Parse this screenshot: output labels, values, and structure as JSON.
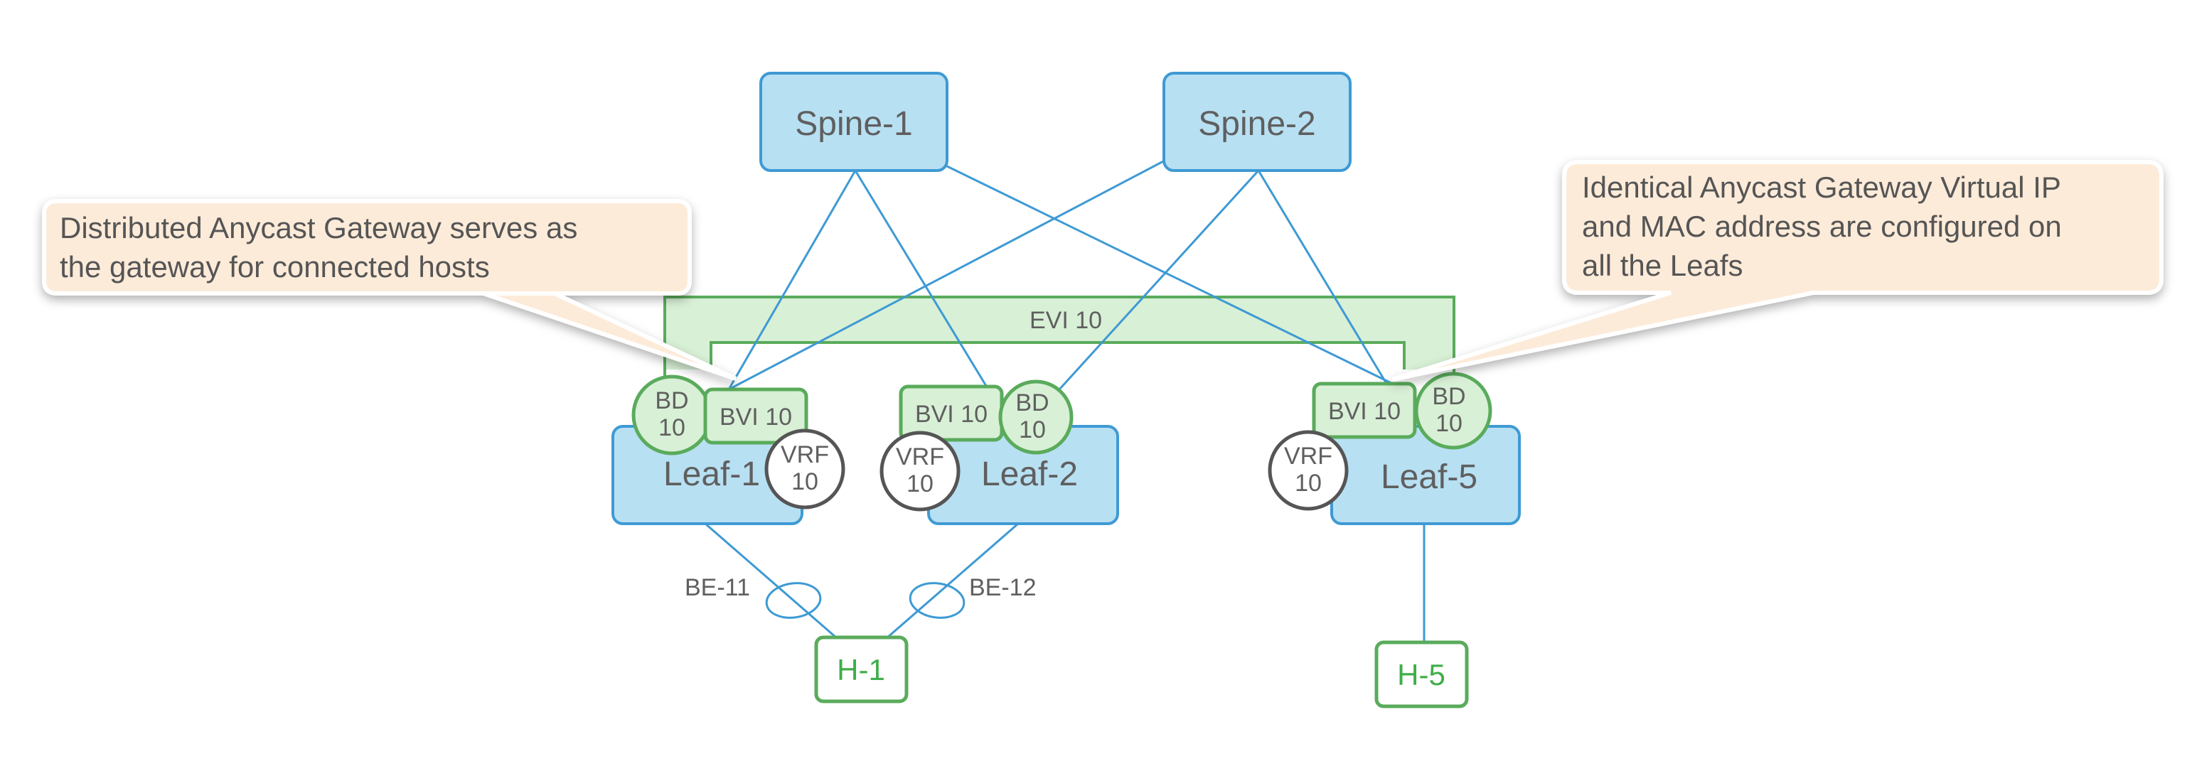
{
  "nodes": {
    "spine1": "Spine-1",
    "spine2": "Spine-2",
    "leaf1": "Leaf-1",
    "leaf2": "Leaf-2",
    "leaf5": "Leaf-5",
    "h1": "H-1",
    "h5": "H-5"
  },
  "evi_label": "EVI 10",
  "bd": {
    "line1": "BD",
    "line2": "10"
  },
  "bvi": "BVI 10",
  "vrf": {
    "line1": "VRF",
    "line2": "10"
  },
  "bundles": {
    "be11": "BE-11",
    "be12": "BE-12"
  },
  "callouts": {
    "left": [
      "Distributed Anycast Gateway serves as",
      "the gateway for connected hosts"
    ],
    "right": [
      "Identical Anycast Gateway Virtual IP",
      "and MAC address are configured on",
      "all the Leafs"
    ]
  },
  "colors": {
    "node_fill": "#b8e0f3",
    "node_stroke": "#3e9ad4",
    "link": "#3e9ad4",
    "green_stroke": "#5aab5c",
    "green_fill": "#d8f0d6",
    "host_stroke": "#5aab5c",
    "host_text": "#3fae49",
    "callout_fill": "#fdebd9",
    "vrf_stroke": "#555555"
  }
}
